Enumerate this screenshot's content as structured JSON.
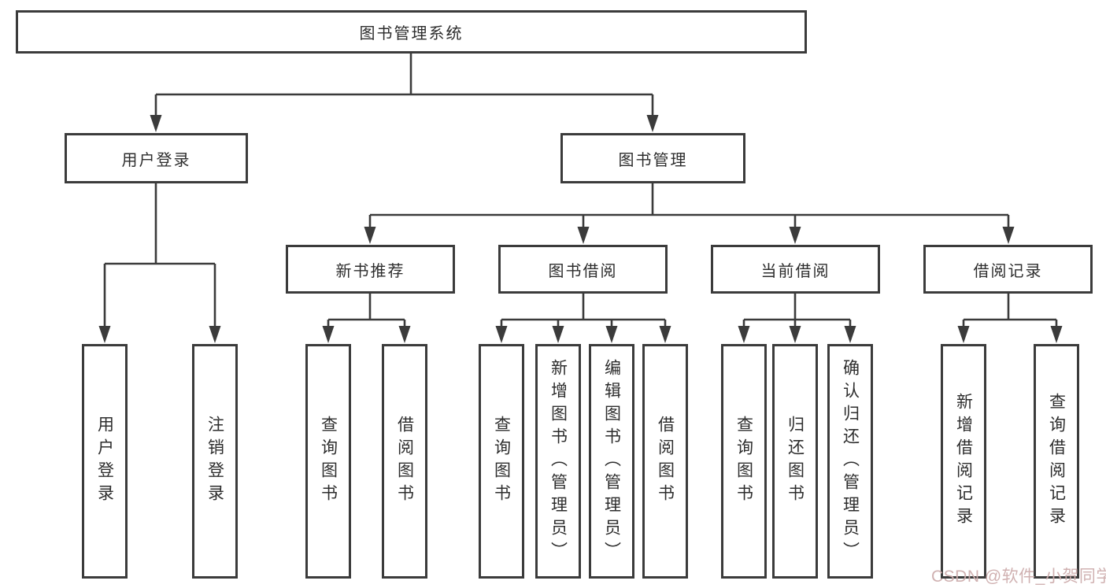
{
  "diagram": {
    "type": "hierarchy-tree",
    "colors": {
      "line": "#3b3b3b",
      "box_border": "#3b3b3b",
      "text": "#2d2d2d",
      "background": "#ffffff",
      "watermark": "#cdadad"
    },
    "watermark": "CSDN @软件_小贺同学"
  },
  "nodes": {
    "root": "图书管理系统",
    "userLogin": "用户登录",
    "bookMgmt": "图书管理",
    "newBookRec": "新书推荐",
    "bookBorrow": "图书借阅",
    "currentBorrow": "当前借阅",
    "borrowRecords": "借阅记录",
    "leafUserLogin": "用户登录",
    "leafLogout": "注销登录",
    "leafNbQuery": "查询图书",
    "leafNbBorrow": "借阅图书",
    "leafBbQuery": "查询图书",
    "leafBbAdd": "新增图书（管理员）",
    "leafBbEdit": "编辑图书（管理员）",
    "leafBbBorrow": "借阅图书",
    "leafCbQuery": "查询图书",
    "leafCbReturn": "归还图书",
    "leafCbConfirm": "确认归还（管理员）",
    "leafBrAdd": "新增借阅记录",
    "leafBrQuery": "查询借阅记录"
  }
}
